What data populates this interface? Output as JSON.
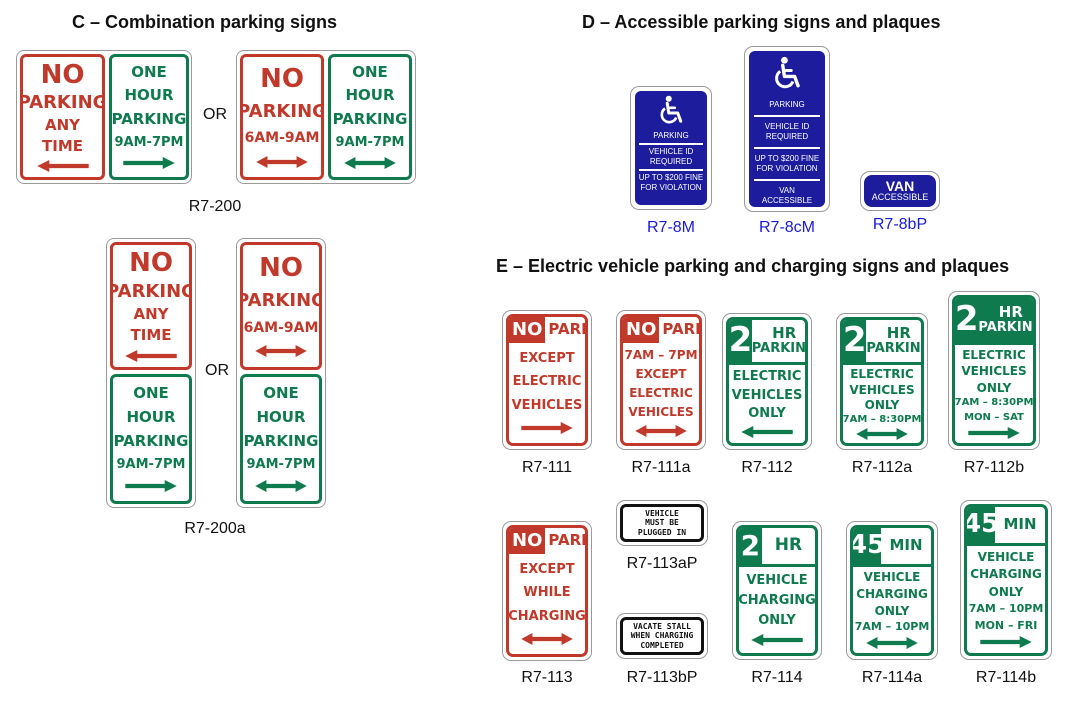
{
  "headings": {
    "c": "C – Combination parking signs",
    "d": "D – Accessible parking signs and plaques",
    "e": "E – Electric vehicle parking and charging signs and plaques"
  },
  "or_label": "OR",
  "colors": {
    "red": "#c0392b",
    "green": "#0e7a4d",
    "blue": "#1c1c9c",
    "caption_blue": "#1a1adb"
  },
  "section_c": {
    "r7_200": {
      "caption": "R7-200",
      "a": {
        "red": [
          "NO",
          "PARKING",
          "ANY",
          "TIME"
        ],
        "green": [
          "ONE",
          "HOUR",
          "PARKING",
          "9AM-7PM"
        ]
      },
      "b": {
        "red": [
          "NO",
          "PARKING",
          "6AM-9AM"
        ],
        "green": [
          "ONE",
          "HOUR",
          "PARKING",
          "9AM-7PM"
        ]
      }
    },
    "r7_200a": {
      "caption": "R7-200a",
      "a": {
        "red": [
          "NO",
          "PARKING",
          "ANY",
          "TIME"
        ],
        "green": [
          "ONE",
          "HOUR",
          "PARKING",
          "9AM-7PM"
        ]
      },
      "b": {
        "red": [
          "NO",
          "PARKING",
          "6AM-9AM"
        ],
        "green": [
          "ONE",
          "HOUR",
          "PARKING",
          "9AM-7PM"
        ]
      }
    }
  },
  "section_d": {
    "r7_8m": {
      "caption": "R7-8M",
      "lines": [
        "PARKING",
        "VEHICLE ID",
        "REQUIRED",
        "UP TO $200 FINE",
        "FOR VIOLATION"
      ]
    },
    "r7_8cm": {
      "caption": "R7-8cM",
      "lines": [
        "PARKING",
        "VEHICLE ID",
        "REQUIRED",
        "UP TO $200 FINE",
        "FOR VIOLATION",
        "VAN",
        "ACCESSIBLE"
      ]
    },
    "r7_8bp": {
      "caption": "R7-8bP",
      "lines": [
        "VAN",
        "ACCESSIBLE"
      ]
    }
  },
  "section_e": {
    "r7_111": {
      "caption": "R7-111",
      "no": "NO",
      "parking": "PARKING",
      "lines": [
        "EXCEPT",
        "ELECTRIC",
        "VEHICLES"
      ]
    },
    "r7_111a": {
      "caption": "R7-111a",
      "no": "NO",
      "parking": "PARKING",
      "lines": [
        "7AM – 7PM",
        "EXCEPT",
        "ELECTRIC",
        "VEHICLES"
      ]
    },
    "r7_112": {
      "caption": "R7-112",
      "num": "2",
      "hr": "HR",
      "parking": "PARKING",
      "lines": [
        "ELECTRIC",
        "VEHICLES",
        "ONLY"
      ]
    },
    "r7_112a": {
      "caption": "R7-112a",
      "num": "2",
      "hr": "HR",
      "parking": "PARKING",
      "lines": [
        "ELECTRIC",
        "VEHICLES",
        "ONLY",
        "7AM – 8:30PM"
      ]
    },
    "r7_112b": {
      "caption": "R7-112b",
      "num": "2",
      "hr": "HR",
      "parking": "PARKING",
      "lines": [
        "ELECTRIC",
        "VEHICLES",
        "ONLY",
        "7AM – 8:30PM",
        "MON – SAT"
      ]
    },
    "r7_113": {
      "caption": "R7-113",
      "no": "NO",
      "parking": "PARKING",
      "lines": [
        "EXCEPT",
        "WHILE",
        "CHARGING"
      ]
    },
    "r7_113ap": {
      "caption": "R7-113aP",
      "lines": [
        "VEHICLE",
        "MUST BE",
        "PLUGGED IN"
      ]
    },
    "r7_113bp": {
      "caption": "R7-113bP",
      "lines": [
        "VACATE STALL",
        "WHEN CHARGING",
        "COMPLETED"
      ]
    },
    "r7_114": {
      "caption": "R7-114",
      "num": "2",
      "hr": "HR",
      "lines": [
        "VEHICLE",
        "CHARGING",
        "ONLY"
      ]
    },
    "r7_114a": {
      "caption": "R7-114a",
      "num": "45",
      "hr": "MIN",
      "lines": [
        "VEHICLE",
        "CHARGING",
        "ONLY",
        "7AM – 10PM"
      ]
    },
    "r7_114b": {
      "caption": "R7-114b",
      "num": "45",
      "hr": "MIN",
      "lines": [
        "VEHICLE",
        "CHARGING",
        "ONLY",
        "7AM – 10PM",
        "MON – FRI"
      ]
    }
  }
}
